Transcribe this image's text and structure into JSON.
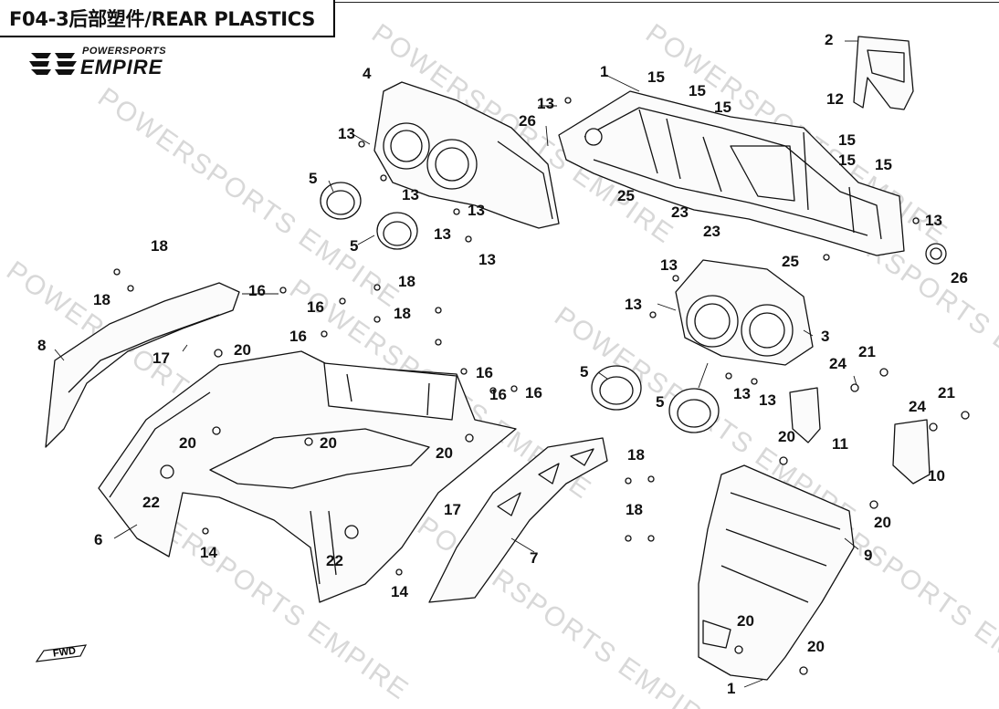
{
  "header": {
    "title": "F04-3后部塑件/REAR PLASTICS"
  },
  "logo": {
    "top_text": "POWERSPORTS",
    "main_text": "EMPIRE"
  },
  "watermark_text": "POWERSPORTS EMPIRE",
  "fwd_label": "FWD",
  "callouts": [
    {
      "text": "1"
    },
    {
      "text": "15"
    },
    {
      "text": "15"
    },
    {
      "text": "15"
    },
    {
      "text": "13"
    },
    {
      "text": "2"
    },
    {
      "text": "12"
    },
    {
      "text": "15"
    },
    {
      "text": "15"
    },
    {
      "text": "15"
    },
    {
      "text": "26"
    },
    {
      "text": "25"
    },
    {
      "text": "23"
    },
    {
      "text": "23"
    },
    {
      "text": "13"
    },
    {
      "text": "25"
    },
    {
      "text": "26"
    },
    {
      "text": "4"
    },
    {
      "text": "13"
    },
    {
      "text": "5"
    },
    {
      "text": "13"
    },
    {
      "text": "13"
    },
    {
      "text": "13"
    },
    {
      "text": "5"
    },
    {
      "text": "13"
    },
    {
      "text": "18"
    },
    {
      "text": "18"
    },
    {
      "text": "8"
    },
    {
      "text": "17"
    },
    {
      "text": "16"
    },
    {
      "text": "16"
    },
    {
      "text": "16"
    },
    {
      "text": "18"
    },
    {
      "text": "18"
    },
    {
      "text": "20"
    },
    {
      "text": "16"
    },
    {
      "text": "16"
    },
    {
      "text": "16"
    },
    {
      "text": "13"
    },
    {
      "text": "13"
    },
    {
      "text": "3"
    },
    {
      "text": "5"
    },
    {
      "text": "5"
    },
    {
      "text": "13"
    },
    {
      "text": "13"
    },
    {
      "text": "21"
    },
    {
      "text": "24"
    },
    {
      "text": "21"
    },
    {
      "text": "24"
    },
    {
      "text": "11"
    },
    {
      "text": "10"
    },
    {
      "text": "20"
    },
    {
      "text": "20"
    },
    {
      "text": "20"
    },
    {
      "text": "20"
    },
    {
      "text": "18"
    },
    {
      "text": "18"
    },
    {
      "text": "17"
    },
    {
      "text": "22"
    },
    {
      "text": "6"
    },
    {
      "text": "14"
    },
    {
      "text": "22"
    },
    {
      "text": "14"
    },
    {
      "text": "7"
    },
    {
      "text": "20"
    },
    {
      "text": "9"
    },
    {
      "text": "20"
    },
    {
      "text": "20"
    },
    {
      "text": "1"
    }
  ]
}
